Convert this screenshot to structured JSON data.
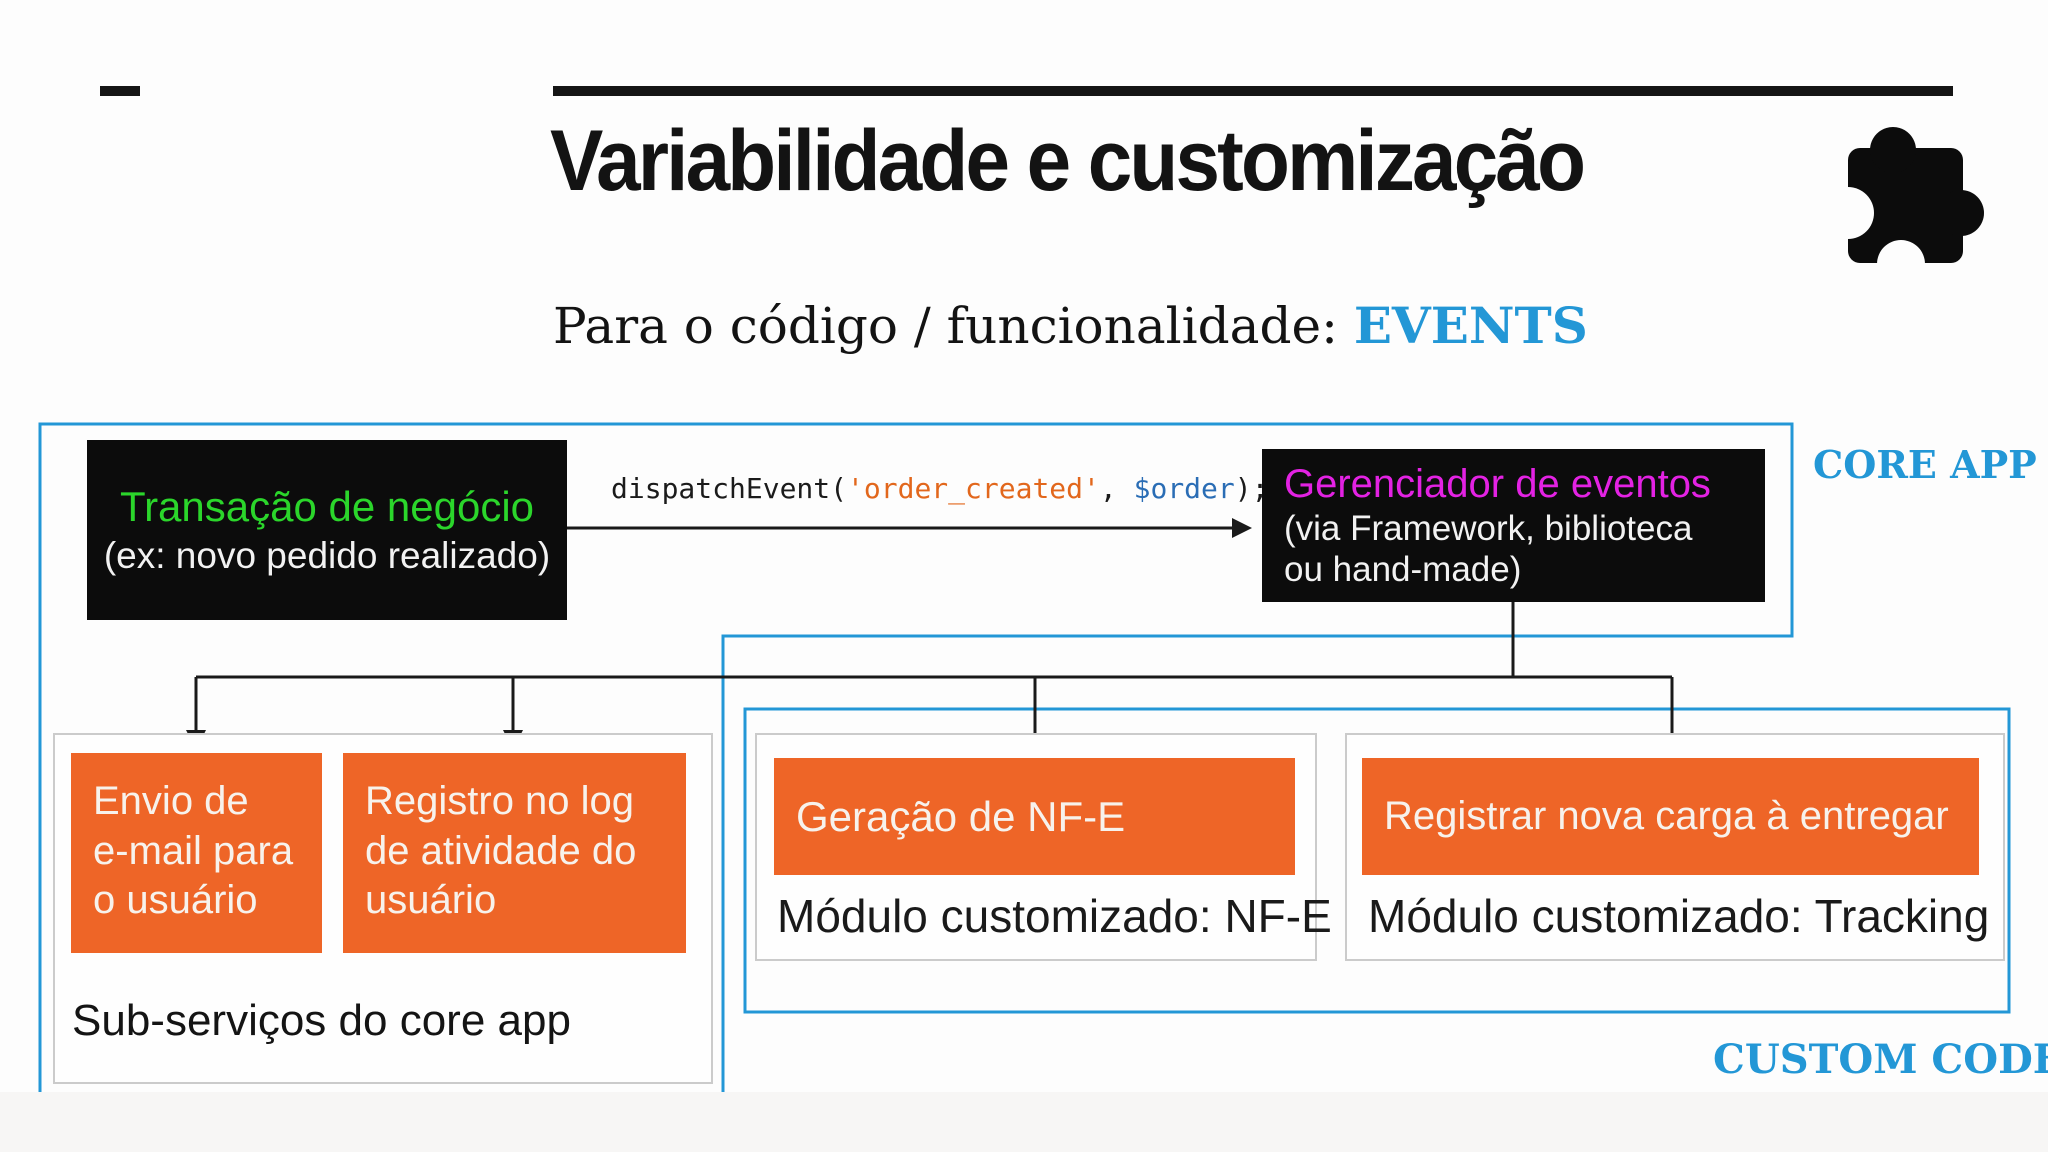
{
  "slide": {
    "title": "Variabilidade e customização",
    "subtitle_prefix": "Para o código / funcionalidade: ",
    "subtitle_highlight": "EVENTS",
    "colors": {
      "accent_blue": "#2397d6",
      "orange": "#ee6527",
      "green": "#2bd62b",
      "magenta": "#e322e3",
      "code_string": "#e2671c",
      "code_var": "#2a6db5",
      "cream": "#f7f2ec",
      "box_black": "#0c0c0c",
      "border_gray": "#cbcbcb",
      "line_black": "#1a1a1a"
    }
  },
  "core_app": {
    "label": "CORE APP",
    "transaction_box": {
      "title": "Transação de negócio",
      "subtitle": "(ex: novo pedido realizado)"
    },
    "dispatch_code": {
      "fn": "dispatchEvent(",
      "string": "'order_created'",
      "comma": ", ",
      "var": "$order",
      "close": ");"
    },
    "event_manager_box": {
      "title": "Gerenciador de eventos",
      "line2": "(via Framework, biblioteca",
      "line3": "ou hand-made)"
    }
  },
  "sub_services": {
    "caption": "Sub-serviços do core app",
    "boxes": [
      {
        "lines": [
          "Envio de",
          "e-mail para",
          "o usuário"
        ]
      },
      {
        "lines": [
          "Registro no log",
          "de atividade do",
          "usuário"
        ]
      }
    ]
  },
  "custom_code": {
    "label": "CUSTOM CODE",
    "modules": [
      {
        "header": "Geração de NF-E",
        "caption": "Módulo customizado: NF-E"
      },
      {
        "header": "Registrar nova carga à entregar",
        "caption": "Módulo customizado: Tracking"
      }
    ]
  }
}
